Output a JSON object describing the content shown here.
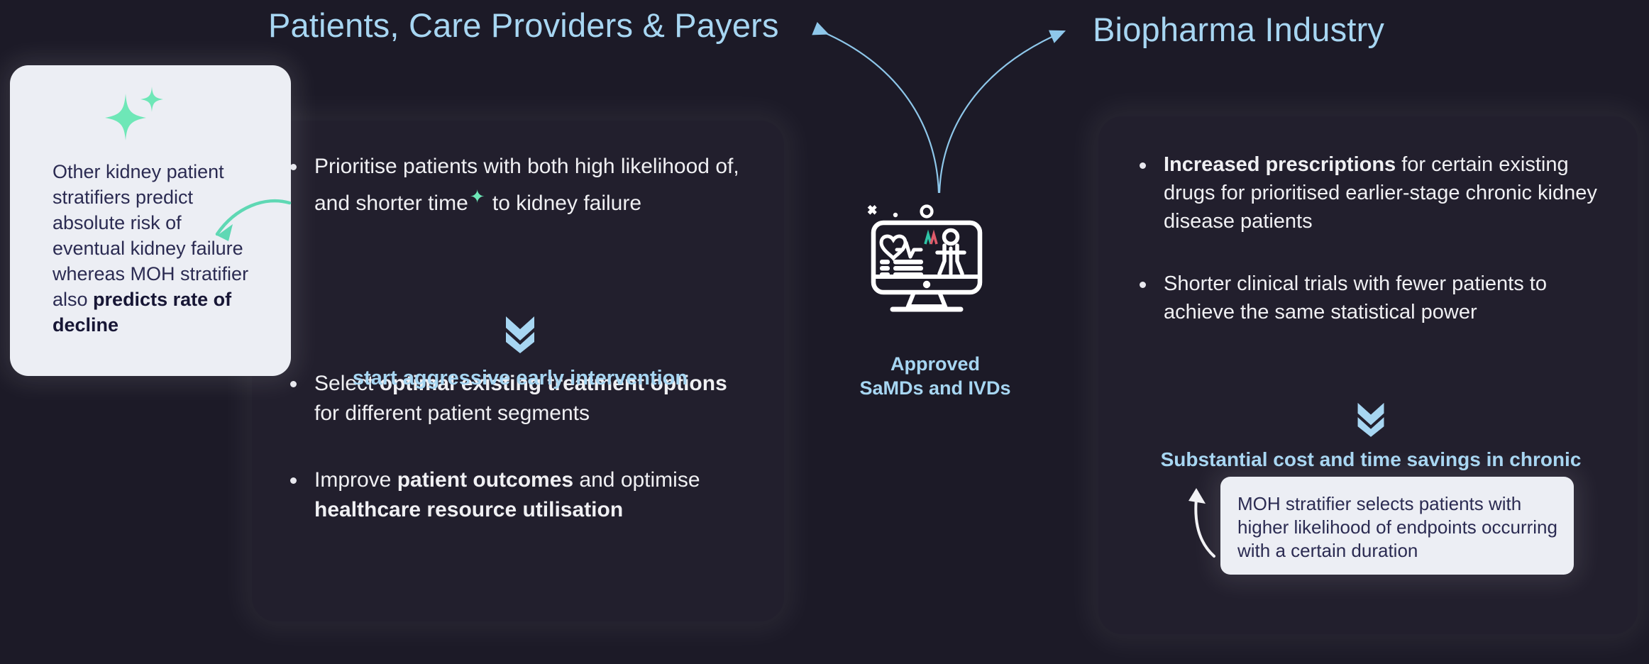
{
  "colors": {
    "background": "#1c1a27",
    "panel": "#221f2d",
    "callout": "#eceef4",
    "accent_blue": "#a7d6f2",
    "accent_green": "#6ee7b7",
    "text_light": "#f0f0f3",
    "text_dark": "#2b2b52"
  },
  "headings": {
    "left": "Patients, Care Providers & Payers",
    "right": "Biopharma Industry"
  },
  "callout_left": {
    "icon": "sparkle-icon",
    "text_plain_1": "Other kidney patient stratifiers predict absolute risk of eventual kidney failure whereas MOH stratifier also ",
    "text_bold_1": "predicts rate of decline"
  },
  "callout_right": {
    "text": "MOH stratifier selects patients with higher likelihood of endpoints occurring with a certain duration"
  },
  "panel_left": {
    "bullets": [
      {
        "parts": [
          {
            "t": "Prioritise patients with both high likelihood of, and shorter time",
            "b": false
          },
          {
            "t": "✦",
            "b": false,
            "sparkle": true
          },
          {
            "t": " to kidney failure",
            "b": false
          }
        ]
      },
      {
        "parts": [
          {
            "t": "Select ",
            "b": false
          },
          {
            "t": "optimal existing treatment options",
            "b": true
          },
          {
            "t": " for different patient segments",
            "b": false
          }
        ]
      },
      {
        "parts": [
          {
            "t": "Improve ",
            "b": false
          },
          {
            "t": "patient outcomes",
            "b": true
          },
          {
            "t": " and optimise ",
            "b": false
          },
          {
            "t": "healthcare resource utilisation",
            "b": true
          }
        ]
      }
    ],
    "conclusion": "start aggressive early intervention",
    "conclusion_icon": "double-chevron-down-icon"
  },
  "panel_right": {
    "bullets": [
      {
        "parts": [
          {
            "t": "Increased prescriptions",
            "b": true
          },
          {
            "t": " for certain existing drugs for prioritised earlier-stage chronic kidney disease patients",
            "b": false
          }
        ]
      },
      {
        "parts": [
          {
            "t": "Shorter clinical trials with fewer patients to achieve the same statistical power",
            "b": false
          }
        ]
      }
    ],
    "conclusion": "Substantial cost and time savings in chronic kidney disease clinical trials",
    "conclusion_icon": "double-chevron-down-icon"
  },
  "center": {
    "icon": "medical-monitor-icon",
    "label_line1": "Approved",
    "label_line2": "SaMDs and IVDs"
  },
  "arrows": {
    "left_arrow": "curved-arrow-to-left",
    "right_arrow": "curved-arrow-to-right",
    "callout_left_arrow": "curved-green-arrow",
    "callout_right_arrow": "curved-white-arrow"
  }
}
